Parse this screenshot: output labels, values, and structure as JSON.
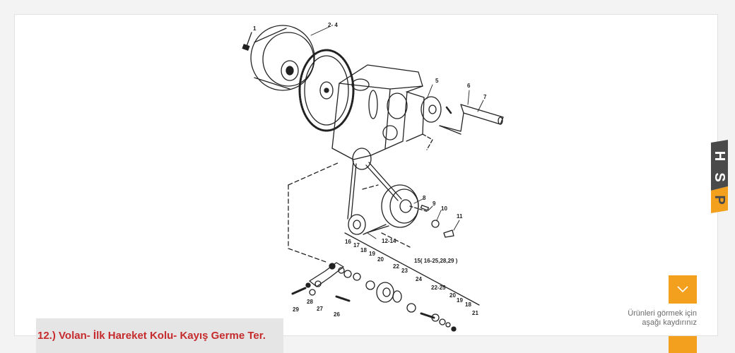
{
  "caption": "12.) Volan- İlk Hareket Kolu- Kayış Germe Ter.",
  "scroll_hint": {
    "line1": "Ürünleri görmek için",
    "line2": "aşağı kaydırınız"
  },
  "side_logo": {
    "letters": [
      "H",
      "S",
      "P"
    ]
  },
  "colors": {
    "accent": "#f2a01e",
    "caption_red": "#c62b2d",
    "caption_bg": "#e5e5e5",
    "line": "#222222"
  },
  "icons": {
    "scroll_button": "chevron-down-icon"
  },
  "diagram": {
    "part_labels": [
      "1",
      "2- 4",
      "5",
      "6",
      "7",
      "8",
      "9",
      "10",
      "11",
      "12-14",
      "15( 16-25,28,29 )",
      "16",
      "17",
      "18",
      "19",
      "20",
      "22",
      "23",
      "24",
      "22-25",
      "20",
      "19",
      "18",
      "21",
      "26",
      "27",
      "28",
      "29"
    ]
  }
}
